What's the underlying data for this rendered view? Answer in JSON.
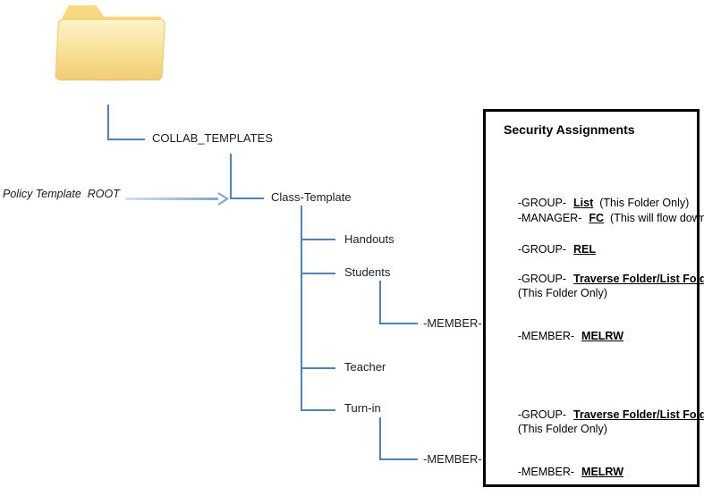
{
  "tree": {
    "collab_label": "COLLAB_TEMPLATES",
    "policy_label": "Policy Template  ROOT",
    "class_template_label": "Class-Template",
    "handouts_label": "Handouts",
    "students_label": "Students",
    "teacher_label": "Teacher",
    "turnin_label": "Turn-in",
    "students_member_label": "-MEMBER-",
    "turnin_member_label": "-MEMBER-"
  },
  "security_box": {
    "title": "Security Assignments",
    "rows": [
      {
        "prefix": "-GROUP-",
        "perm": "List",
        "note": "(This Folder Only)"
      },
      {
        "prefix": "-MANAGER-",
        "perm": "FC",
        "note": "(This will flow down!)"
      },
      {
        "prefix": "-GROUP-",
        "perm": "REL",
        "note": ""
      },
      {
        "prefix": "-GROUP-",
        "perm": "Traverse Folder/List Folder",
        "note": ""
      },
      {
        "text": "(This Folder Only)"
      },
      {
        "prefix": "-MEMBER-",
        "perm": "MELRW",
        "note": ""
      },
      {
        "prefix": "-GROUP-",
        "perm": "Traverse Folder/List Folder",
        "note": ""
      },
      {
        "text": "(This Folder Only)"
      },
      {
        "prefix": "-MEMBER-",
        "perm": "MELRW",
        "note": ""
      }
    ]
  },
  "colors": {
    "line_blue": "#4f81bd",
    "arrow_blue": "#7fa5d2",
    "folder_yellow": "#f2cc72",
    "box_border": "#000000",
    "text": "#1c1c1c"
  }
}
